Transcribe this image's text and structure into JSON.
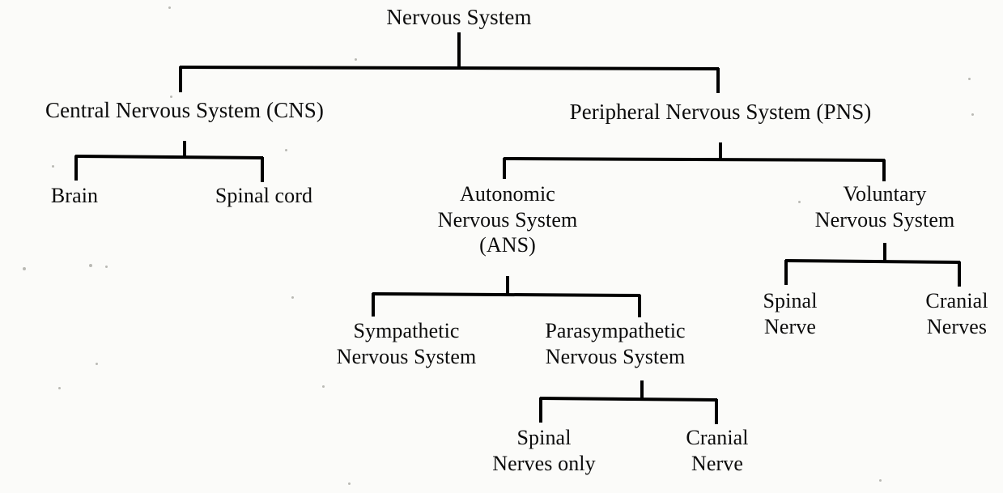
{
  "diagram": {
    "title": "Nervous System",
    "type": "hierarchy-tree",
    "orientation": "top-down",
    "levels": 5,
    "line_color": "#000000",
    "background_color": "#fbfbf9",
    "text_color": "#0b0b0b"
  },
  "nodes": {
    "root": {
      "id": "nervous-system",
      "lines": [
        "Nervous System"
      ],
      "level": 0
    },
    "cns": {
      "id": "central-nervous-system",
      "lines": [
        "Central Nervous System (CNS)"
      ],
      "level": 1
    },
    "pns": {
      "id": "peripheral-nervous-system",
      "lines": [
        "Peripheral Nervous System (PNS)"
      ],
      "level": 1
    },
    "brain": {
      "id": "brain",
      "lines": [
        "Brain"
      ],
      "level": 2
    },
    "spinal_cord": {
      "id": "spinal-cord",
      "lines": [
        "Spinal cord"
      ],
      "level": 2
    },
    "ans": {
      "id": "autonomic-nervous-system",
      "lines": [
        "Autonomic",
        "Nervous System",
        "(ANS)"
      ],
      "level": 2
    },
    "voluntary": {
      "id": "voluntary-nervous-system",
      "lines": [
        "Voluntary",
        "Nervous System"
      ],
      "level": 2
    },
    "sympathetic": {
      "id": "sympathetic-nervous-system",
      "lines": [
        "Sympathetic",
        "Nervous System"
      ],
      "level": 3
    },
    "parasympathetic": {
      "id": "parasympathetic-nervous-system",
      "lines": [
        "Parasympathetic",
        "Nervous System"
      ],
      "level": 3
    },
    "vol_spinal_nerve": {
      "id": "voluntary-spinal-nerve",
      "lines": [
        "Spinal",
        "Nerve"
      ],
      "level": 3
    },
    "vol_cranial_nerves": {
      "id": "voluntary-cranial-nerves",
      "lines": [
        "Cranial",
        "Nerves"
      ],
      "level": 3
    },
    "para_spinal_nerves_only": {
      "id": "parasympathetic-spinal-nerves-only",
      "lines": [
        "Spinal",
        "Nerves only"
      ],
      "level": 4
    },
    "para_cranial_nerve": {
      "id": "parasympathetic-cranial-nerve",
      "lines": [
        "Cranial",
        "Nerve"
      ],
      "level": 4
    }
  },
  "edges": [
    {
      "from": "nervous-system",
      "to": "central-nervous-system"
    },
    {
      "from": "nervous-system",
      "to": "peripheral-nervous-system"
    },
    {
      "from": "central-nervous-system",
      "to": "brain"
    },
    {
      "from": "central-nervous-system",
      "to": "spinal-cord"
    },
    {
      "from": "peripheral-nervous-system",
      "to": "autonomic-nervous-system"
    },
    {
      "from": "peripheral-nervous-system",
      "to": "voluntary-nervous-system"
    },
    {
      "from": "autonomic-nervous-system",
      "to": "sympathetic-nervous-system"
    },
    {
      "from": "autonomic-nervous-system",
      "to": "parasympathetic-nervous-system"
    },
    {
      "from": "voluntary-nervous-system",
      "to": "voluntary-spinal-nerve"
    },
    {
      "from": "voluntary-nervous-system",
      "to": "voluntary-cranial-nerves"
    },
    {
      "from": "parasympathetic-nervous-system",
      "to": "parasympathetic-spinal-nerves-only"
    },
    {
      "from": "parasympathetic-nervous-system",
      "to": "parasympathetic-cranial-nerve"
    }
  ]
}
